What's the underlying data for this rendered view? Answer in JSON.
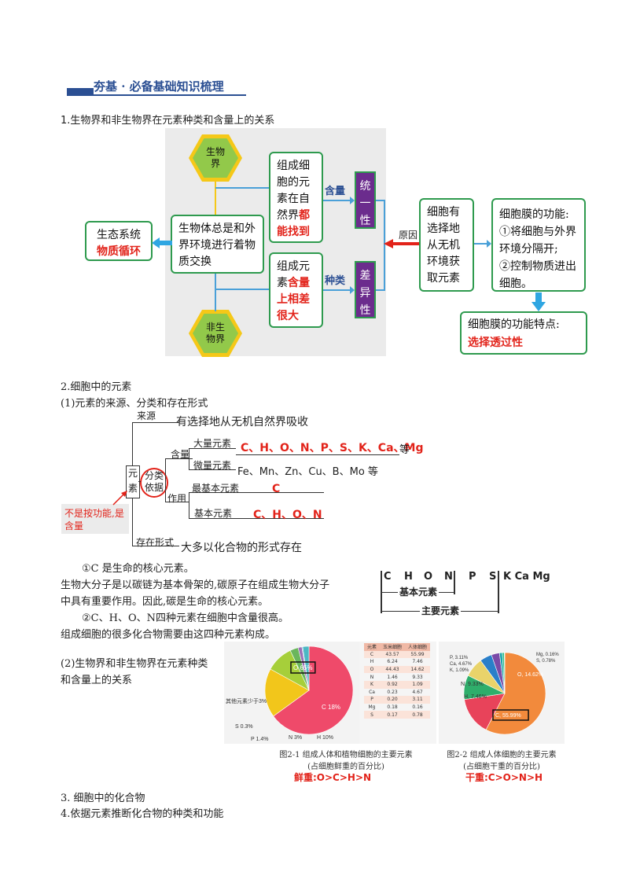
{
  "banner": {
    "title": "夯基 · 必备基础知识梳理"
  },
  "section1": {
    "title": "1.生物界和非生物界在元素种类和含量上的关系",
    "hex_top": [
      "生物",
      "界"
    ],
    "hex_bottom": [
      "非生",
      "物界"
    ],
    "center_box": "生物体总是和外界环境进行着物质交换",
    "left_box": {
      "line1": "生态系统",
      "line2": "物质循环"
    },
    "upper_box": {
      "black": "组成细胞的元素在自然界",
      "red": "都能找到"
    },
    "lower_box": {
      "black": "组成元素",
      "red": "含量上相差很大"
    },
    "label_content": "含量",
    "label_kind": "种类",
    "unity": "统一性",
    "diff": "差异性",
    "label_reason": "原因",
    "cause_box": "细胞有选择地从无机环境获取元素",
    "membrane_box": [
      "细胞膜的功能:",
      "①将细胞与外界环境分隔开;",
      "②控制物质进出细胞。"
    ],
    "feature_box": {
      "line1": "细胞膜的功能特点:",
      "line2": "选择透过性"
    }
  },
  "section2": {
    "title": "2.细胞中的元素",
    "sub1": "(1)元素的来源、分类和存在形式",
    "tree": {
      "root": "元素",
      "source_label": "来源",
      "source_text": "有选择地从无机自然界吸收",
      "classify": "分类依据",
      "content_label": "含量",
      "macro_label": "大量元素",
      "macro_values": "C、H、O、N、P、S、K、Ca、Mg",
      "macro_suffix": "等",
      "micro_label": "微量元素",
      "micro_values": "Fe、Mn、Zn、Cu、B、Mo 等",
      "function_label": "作用",
      "most_basic_label": "最基本元素",
      "most_basic_value": "C",
      "basic_label": "基本元素",
      "basic_value": "C、H、O、N",
      "note": "不是按功能,是含量",
      "form_label": "存在形式",
      "form_text": "大多以化合物的形式存在"
    },
    "points": {
      "p1_title": "①C 是生命的核心元素。",
      "p1_line1": "生物大分子是以碳链为基本骨架的,碳原子在组成生物大分子",
      "p1_line2": "中具有重要作用。因此,碳是生命的核心元素。",
      "p2_title": "②C、H、O、N四种元素在细胞中含量很高。",
      "p2_line1": "组成细胞的很多化合物需要由这四种元素构成。"
    },
    "element_bar": {
      "letters": [
        "C",
        "H",
        "O",
        "N",
        "P",
        "S",
        "K Ca  Mg"
      ],
      "basic": "基本元素",
      "main": "主要元素"
    },
    "sub2": "(2)生物界和非生物界在元素种类和含量上的关系",
    "fig1_caption": [
      "图2-1  组成人体和植物细胞的主要元素",
      "(占细胞鲜重的百分比)"
    ],
    "fig1_note": "鲜重:O>C>H>N",
    "fig2_caption": [
      "图2-2  组成人体细胞的主要元素",
      "(占细胞干重的百分比)"
    ],
    "fig2_note": "干重:C>O>N>H",
    "table_header": [
      "元素",
      "玉米细胞",
      "人体细胞"
    ],
    "table_rows": [
      [
        "C",
        "43.57",
        "55.99"
      ],
      [
        "H",
        "6.24",
        "7.46"
      ],
      [
        "O",
        "44.43",
        "14.62"
      ],
      [
        "N",
        "1.46",
        "9.33"
      ],
      [
        "K",
        "0.92",
        "1.09"
      ],
      [
        "Ca",
        "0.23",
        "4.67"
      ],
      [
        "P",
        "0.20",
        "3.11"
      ],
      [
        "Mg",
        "0.18",
        "0.16"
      ],
      [
        "S",
        "0.17",
        "0.78"
      ]
    ]
  },
  "section3": {
    "title": "3. 细胞中的化合物"
  },
  "section4": {
    "title": "4.依据元素推断化合物的种类和功能"
  },
  "chart_data": [
    {
      "type": "pie",
      "title": "",
      "labels": [
        "O 65%",
        "C 18%",
        "H 10%",
        "N 3%",
        "P 1.4%",
        "S 0.3%",
        "其他元素少于3%"
      ],
      "categories": [
        "O",
        "C",
        "H",
        "N",
        "P",
        "S",
        "其他"
      ],
      "values": [
        65,
        18,
        10,
        3,
        1.4,
        0.3,
        2.3
      ],
      "colors": [
        "#ef4a6a",
        "#f2c61b",
        "#a6cf3a",
        "#6ab65c",
        "#9c6fb6",
        "#4a7ec4",
        "#4cb8c4"
      ]
    },
    {
      "type": "pie",
      "title": "",
      "labels": [
        "C, 55.99%",
        "O, 14.62%",
        "N, 9.33%",
        "H, 7.46%",
        "Ca, 4.67%",
        "P, 3.11%",
        "K, 1.09%",
        "S, 0.78%",
        "Mg, 0.16%"
      ],
      "categories": [
        "C",
        "O",
        "N",
        "H",
        "Ca",
        "P",
        "K",
        "S",
        "Mg"
      ],
      "values": [
        55.99,
        14.62,
        9.33,
        7.46,
        4.67,
        3.11,
        1.09,
        0.78,
        0.16
      ],
      "colors": [
        "#f28a3c",
        "#e8435a",
        "#2fae6b",
        "#e9d36a",
        "#2a7fc9",
        "#7a4aa8",
        "#19a5a8",
        "#2bbf86",
        "#d43a74"
      ]
    }
  ]
}
